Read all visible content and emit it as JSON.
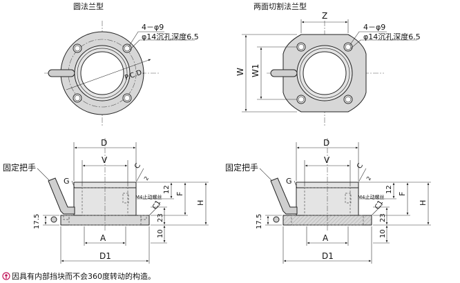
{
  "titles": {
    "round_flange": "圆法兰型",
    "cut_flange": "两面切割法兰型"
  },
  "labels": {
    "holes": "4－φ9",
    "counterbore": "φ14沉孔深度6.5",
    "pcd": "P.C.D.",
    "Z": "Z",
    "W": "W",
    "W1": "W1",
    "D": "D",
    "V": "V",
    "C": "C",
    "C1": "C1",
    "c2": "2",
    "G": "G",
    "d12": "12",
    "F": "F",
    "H": "H",
    "m4": "M4止动螺丝",
    "d17_5": "17.5",
    "d23": "23",
    "d10": "10",
    "A": "A",
    "D1": "D1",
    "handle": "固定把手"
  },
  "note": {
    "icon": "pin-icon",
    "text": "因具有内部挡块而不会360度转动的构造。"
  }
}
